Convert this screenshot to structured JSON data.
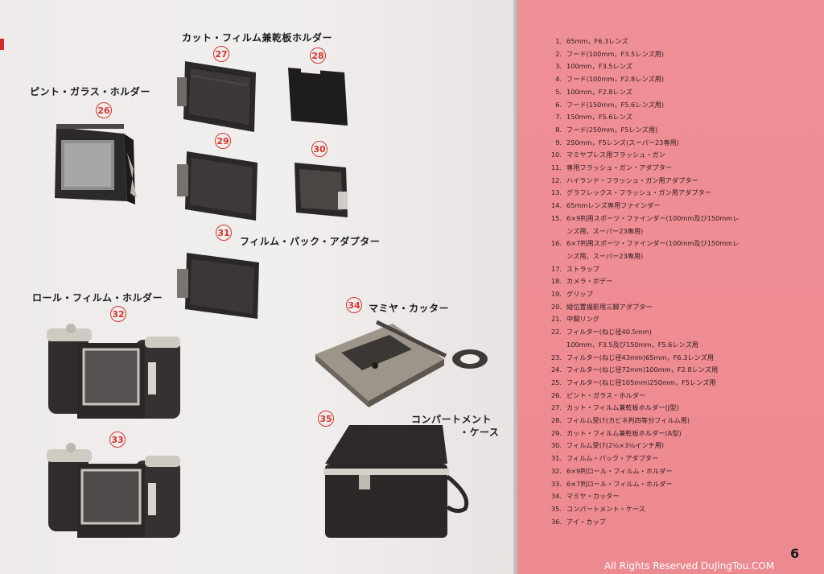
{
  "page_number": "6",
  "watermark": "All Rights Reserved DuJingTou.COM",
  "captions": {
    "cut_film_holder": "カット・フィルム兼乾板ホルダー",
    "pinto_glass_holder": "ピント・ガラス・ホルダー",
    "film_pack_adapter": "フィルム・パック・アダプター",
    "roll_film_holder": "ロール・フィルム・ホルダー",
    "mamiya_cutter": "マミヤ・カッター",
    "compartment_case_line1": "コンパートメント",
    "compartment_case_line2": "・ケース"
  },
  "circle_numbers": {
    "n26": "26",
    "n27": "27",
    "n28": "28",
    "n29": "29",
    "n30": "30",
    "n31": "31",
    "n32": "32",
    "n33": "33",
    "n34": "34",
    "n35": "35"
  },
  "items": [
    {
      "n": "1.",
      "t": "65mm，F6.3レンズ"
    },
    {
      "n": "2.",
      "t": "フード(100mm，F3.5レンズ用)"
    },
    {
      "n": "3.",
      "t": "100mm，F3.5レンズ"
    },
    {
      "n": "4.",
      "t": "フード(100mm，F2.8レンズ用)"
    },
    {
      "n": "5.",
      "t": "100mm，F2.8レンズ"
    },
    {
      "n": "6.",
      "t": "フード(150mm，F5.6レンズ用)"
    },
    {
      "n": "7.",
      "t": "150mm，F5.6レンズ"
    },
    {
      "n": "8.",
      "t": "フード(250mm，F5レンズ用)"
    },
    {
      "n": "9.",
      "t": "250mm，F5レンズ(スーパー23専用)"
    },
    {
      "n": "10.",
      "t": "マミヤプレス用フラッシュ・ガン"
    },
    {
      "n": "11.",
      "t": "専用フラッシュ・ガン・アダプター"
    },
    {
      "n": "12.",
      "t": "ハイランド・フラッシュ・ガン用アダプター"
    },
    {
      "n": "13.",
      "t": "グラフレックス・フラッシュ・ガン用アダプター"
    },
    {
      "n": "14.",
      "t": "65mmレンズ専用ファインダー"
    },
    {
      "n": "15.",
      "t": "6×9判用スポーツ・ファインダー(100mm及び150mmレ"
    },
    {
      "n": "",
      "t": "ンズ用，スーパー23専用)"
    },
    {
      "n": "16.",
      "t": "6×7判用スポーツ・ファインダー(100mm及び150mmレ"
    },
    {
      "n": "",
      "t": "ンズ用，スーパー23専用)"
    },
    {
      "n": "17.",
      "t": "ストラップ"
    },
    {
      "n": "18.",
      "t": "カメラ・ボデー"
    },
    {
      "n": "19.",
      "t": "グリップ"
    },
    {
      "n": "20.",
      "t": "縦位置撮影用三脚アダプター"
    },
    {
      "n": "21.",
      "t": "中間リング"
    },
    {
      "n": "22.",
      "t": "フィルター(ねじ径40.5mm)"
    },
    {
      "n": "",
      "t": "100mm，F3.5及び150mm，F5.6レンズ用"
    },
    {
      "n": "23.",
      "t": "フィルター(ねじ径43mm)65mm，F6.3レンズ用"
    },
    {
      "n": "24.",
      "t": "フィルター(ねじ径72mm)100mm，F2.8レンズ用"
    },
    {
      "n": "25.",
      "t": "フィルター(ねじ径105mm)250mm，F5レンズ用"
    },
    {
      "n": "26.",
      "t": "ピント・ガラス・ホルダー"
    },
    {
      "n": "27.",
      "t": "カット・フィルム兼乾板ホルダー(J型)"
    },
    {
      "n": "28.",
      "t": "フィルム受け(カビネ判四等分フィルム用)"
    },
    {
      "n": "29.",
      "t": "カット・フィルム兼乾板ホルダー(A型)"
    },
    {
      "n": "30.",
      "t": "フィルム受け(2¼×3¼インチ用)"
    },
    {
      "n": "31.",
      "t": "フィルム・パック・アダプター"
    },
    {
      "n": "32.",
      "t": "6×9判ロール・フィルム・ホルダー"
    },
    {
      "n": "33.",
      "t": "6×7判ロール・フィルム・ホルダー"
    },
    {
      "n": "34.",
      "t": "マミヤ・カッター"
    },
    {
      "n": "35.",
      "t": "コンパートメント・ケース"
    },
    {
      "n": "36.",
      "t": "アイ・カップ"
    }
  ]
}
